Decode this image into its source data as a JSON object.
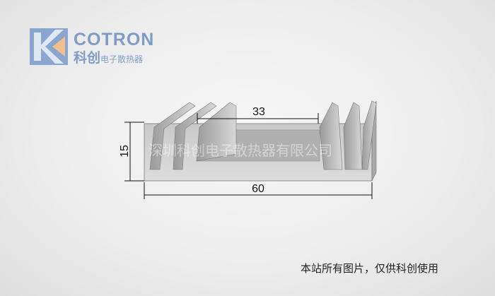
{
  "brand": {
    "name_en": "COTRON",
    "name_cn_main": "科创",
    "name_cn_sub": "电子散热器"
  },
  "drawing": {
    "dimensions": {
      "height": "15",
      "width": "60",
      "gap": "33"
    },
    "watermark": "科创电子散热器有限公司"
  },
  "caption": "本站所有图片，仅供科创使用",
  "colors": {
    "logo_blue": "#7f9cc6",
    "logo_orange": "#f1c08e"
  }
}
